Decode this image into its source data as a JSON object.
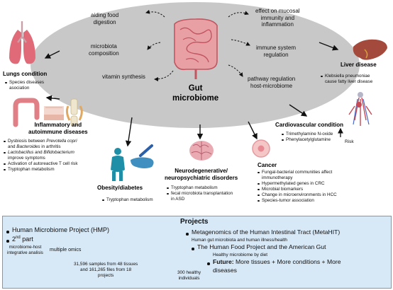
{
  "center": {
    "title_line1": "Gut",
    "title_line2": "microbiome"
  },
  "functions": {
    "aiding": [
      "aiding food",
      "digestion"
    ],
    "composition": [
      "microbiota",
      "composition"
    ],
    "vitamin": "vitamin synthesis",
    "mucosal": [
      "effect on mucosal",
      "immunity and",
      "inflammation"
    ],
    "immune": [
      "immune system",
      "regulation"
    ],
    "pathway": [
      "pathway regulation",
      "host-microbiome"
    ]
  },
  "conditions": {
    "lungs": {
      "title": "Lungs condition",
      "items": [
        "Species diseases",
        "asociation"
      ]
    },
    "liver": {
      "title": "Liver disease",
      "items": [
        "Klebsiella pneumoniae",
        "cause fatty liver disease"
      ]
    },
    "inflammatory": {
      "title": [
        "Inflammatory and",
        "autoimmune diseases"
      ],
      "items": [
        {
          "pre": "Dysbiosis    between    ",
          "it1": "Prevotella copri",
          "mid": "",
          "it2": "",
          "post": ""
        },
        {
          "pre": "and ",
          "it1": "Bacteroides",
          "mid": " in  arthritis",
          "it2": "",
          "post": ""
        },
        {
          "pre": "",
          "it1": "Lactobacillus",
          "mid": "   and   ",
          "it2": "Bifidobacterium",
          "post": ""
        },
        {
          "pre": "improve symptoms",
          "it1": "",
          "mid": "",
          "it2": "",
          "post": ""
        },
        {
          "pre": "Activation of  autoreactive T cell  risk",
          "it1": "",
          "mid": "",
          "it2": "",
          "post": ""
        },
        {
          "pre": "Tryptophan metabolism",
          "it1": "",
          "mid": "",
          "it2": "",
          "post": ""
        }
      ]
    },
    "cardio": {
      "title": "Cardiovascular condition",
      "items": [
        "Trimethylamine N-oxide",
        "Phenylacetylglutamine"
      ],
      "risk": "Risk"
    },
    "obesity": {
      "title": "Obesity/diabetes",
      "items": [
        "Tryptophan metabolism"
      ]
    },
    "neuro": {
      "title": [
        "Neurodegenerative/",
        "neuropsychiatric disorders"
      ],
      "items": [
        "Tryptophan metabolism",
        "fecal microbiota transplantation",
        "in ASD"
      ]
    },
    "cancer": {
      "title": "Cancer",
      "items": [
        "Fungal-bacterial    communities    affect",
        "immunotherapy",
        "Hypermethylated genes in CRC",
        "Microbial biomarkers",
        "Change in microenvironments  in  HCC",
        "Species-tumor association"
      ]
    }
  },
  "projects": {
    "title": "Projects",
    "hmp": "Human Microbiome Project (HMP)",
    "second_part": {
      "num": "2",
      "sup": "nd",
      "rest": " part"
    },
    "multiomics": {
      "left": [
        "microbiome-host",
        "integrative analisis"
      ],
      "right": "multiple omics"
    },
    "samples": [
      "31,596 samples from 48 tissues",
      "and 161,265 files from 18",
      "projects"
    ],
    "healthy": [
      "300 healthy",
      "individuals"
    ],
    "metahit": {
      "title": "Metagenomics of the Human Intestinal Tract (MetaHIT)",
      "sub": "Human gut microbiota and human illness/health"
    },
    "food": {
      "title": "The Human Food Project and the American Gut",
      "sub": "Healthy microbiome by diet"
    },
    "future": {
      "label": "Future:",
      "line1": "More tissues + More conditions + More",
      "line2": "diseases"
    }
  },
  "colors": {
    "ellipse": "#c8c8c8",
    "panel": "#d7e8f6",
    "panel_border": "#6a9ccc",
    "intestine": "#e07f86",
    "liver": "#a34a3c",
    "lungs": "#e06a77"
  }
}
